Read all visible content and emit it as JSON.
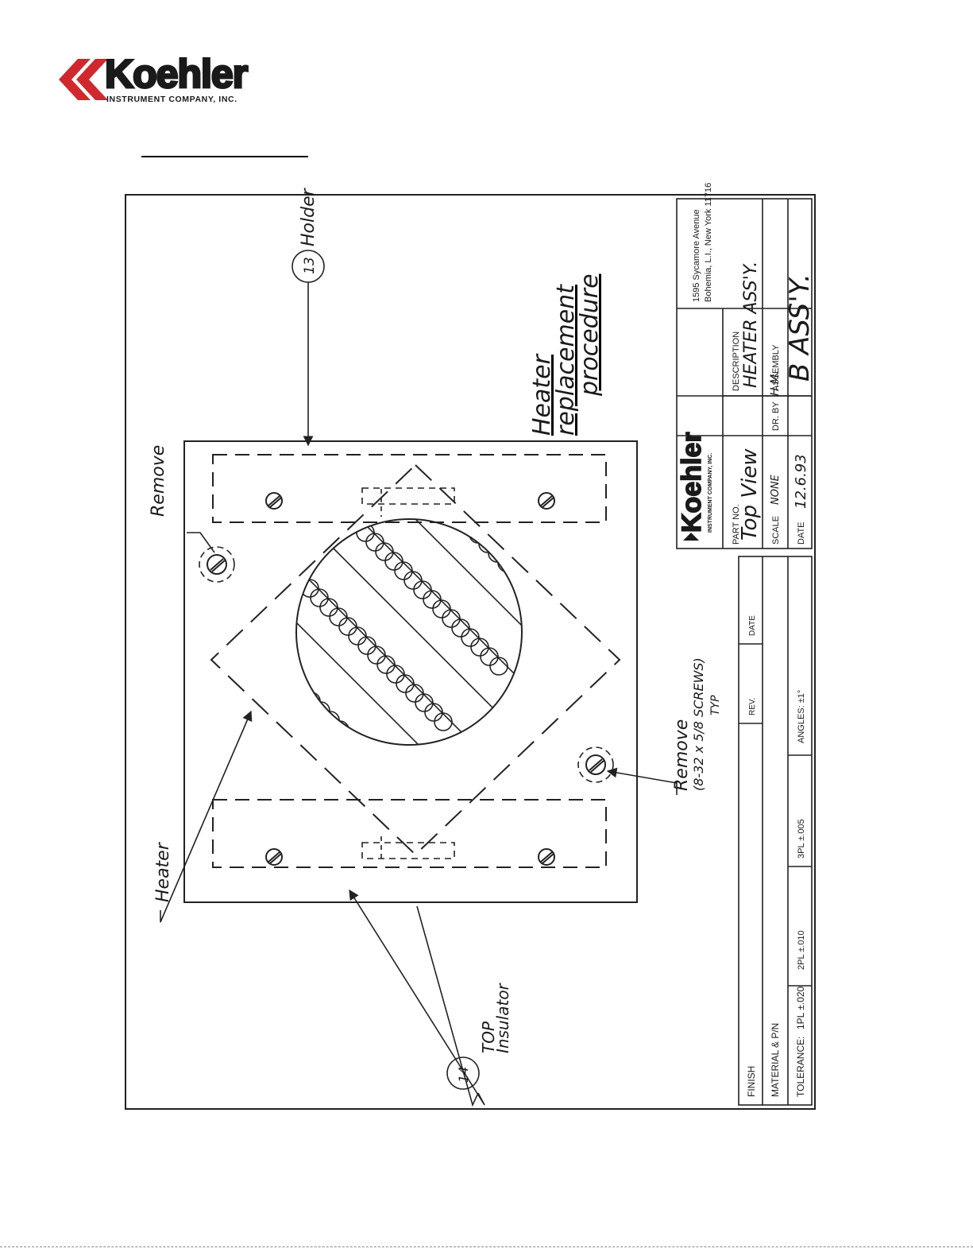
{
  "header": {
    "logo_text": "Koehler",
    "logo_subtext": "INSTRUMENT COMPANY, INC."
  },
  "drawing": {
    "title_line1": "Heater",
    "title_line2": "replacement",
    "title_line3": "procedure",
    "callouts": {
      "holder_num": "13",
      "holder_label": "Holder",
      "insulator_num": "14",
      "insulator_label_1": "TOP",
      "insulator_label_2": "Insulator",
      "remove_top": "Remove",
      "remove_bottom": "Remove",
      "screws": "(8-32 x 5/8 SCREWS)",
      "typ": "TYP",
      "heater": "Heater"
    },
    "title_block": {
      "address_1": "1595 Sycamore Avenue",
      "address_2": "Bohemia, L.I., New York 11716",
      "logo_text": "Koehler",
      "logo_subtext": "INSTRUMENT COMPANY, INC.",
      "part_no_label": "PART NO.",
      "part_no_value": "Top View",
      "description_label": "DESCRIPTION",
      "description_value": "HEATER ASS'Y.",
      "scale_label": "SCALE",
      "scale_value": "NONE",
      "dr_by_label": "DR. BY",
      "dr_by_value": "H.M.",
      "assembly_label": "ASSEMBLY",
      "assembly_value": "B ASS'Y.",
      "date_label": "DATE",
      "date_value": "12.6.93",
      "finish_label": "FINISH",
      "material_label": "MATERIAL & P/N",
      "rev_label": "REV.",
      "date2_label": "DATE",
      "tolerance_label": "TOLERANCE:",
      "tol_1pl": "1PL  ±.020",
      "tol_2pl": "2PL  ±.010",
      "tol_3pl": "3PL  ±.005",
      "tol_angles": "ANGLES:  ±1°"
    }
  }
}
